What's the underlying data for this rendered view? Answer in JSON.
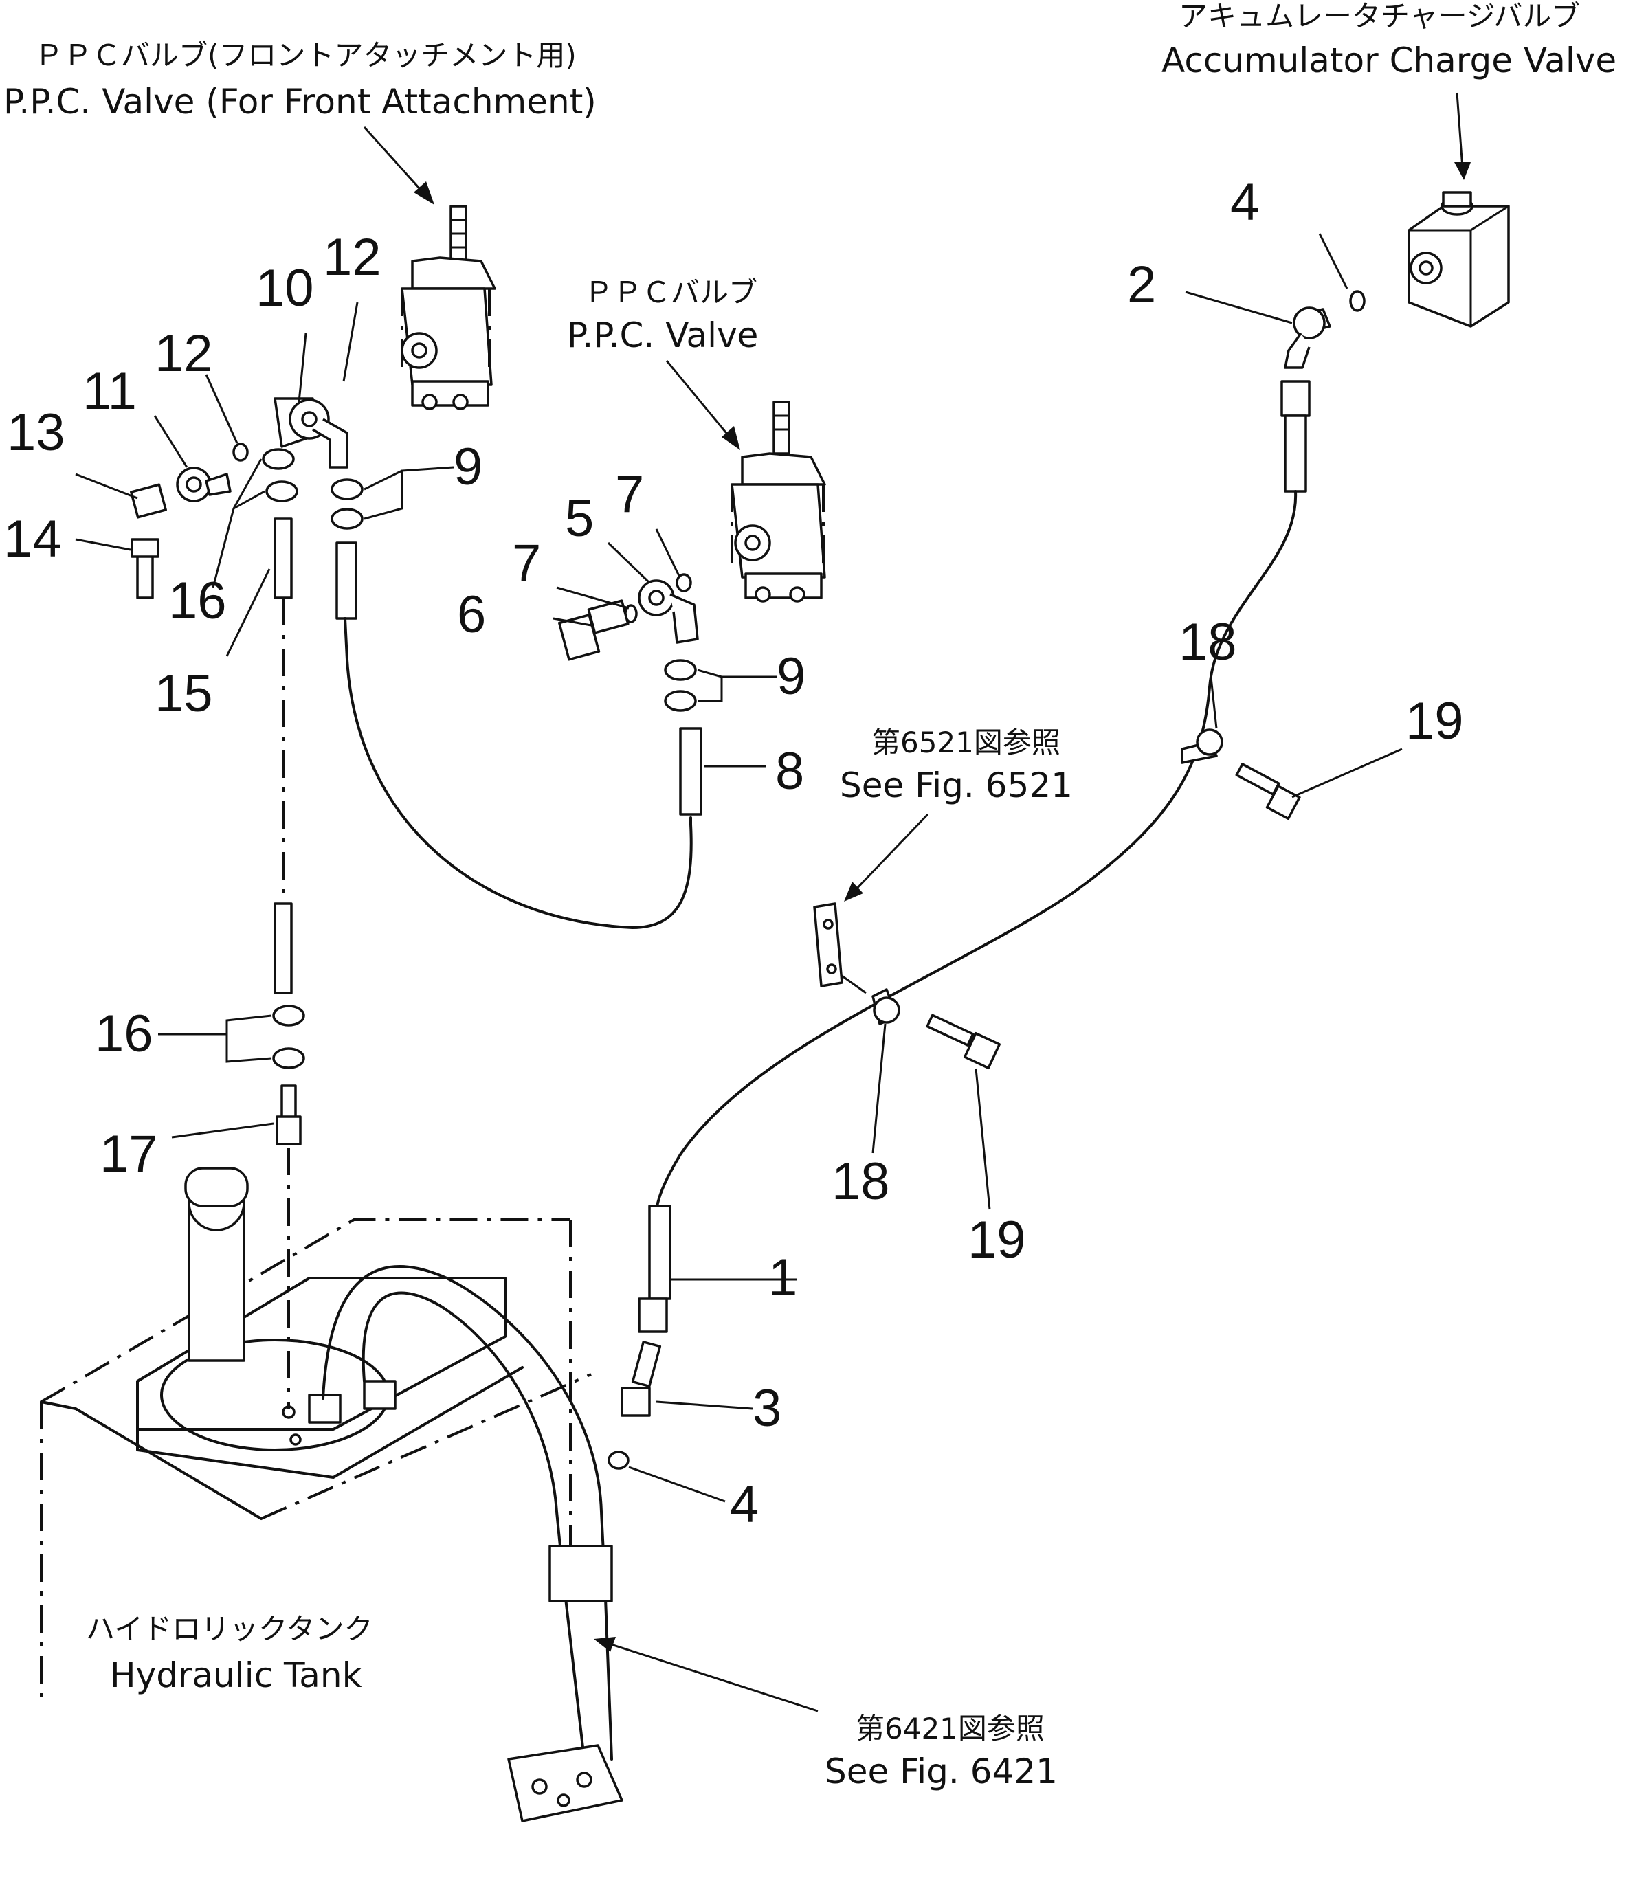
{
  "captions": {
    "ppc_front_jp": "ＰＰＣバルブ(フロントアタッチメント用)",
    "ppc_front_en": "P.P.C. Valve (For Front Attachment)",
    "accum_jp": "アキュムレータチャージバルブ",
    "accum_en": "Accumulator Charge Valve",
    "ppc_jp": "ＰＰＣバルブ",
    "ppc_en": "P.P.C. Valve",
    "fig6521_jp": "第6521図参照",
    "fig6521_en": "See Fig. 6521",
    "tank_jp": "ハイドロリックタンク",
    "tank_en": "Hydraulic Tank",
    "fig6421_jp": "第6421図参照",
    "fig6421_en": "See Fig. 6421"
  },
  "part_numbers": {
    "n1": "1",
    "n2": "2",
    "n3": "3",
    "n4a": "4",
    "n4b": "4",
    "n5": "5",
    "n6": "6",
    "n7a": "7",
    "n7b": "7",
    "n8": "8",
    "n9a": "9",
    "n9b": "9",
    "n10": "10",
    "n11": "11",
    "n12a": "12",
    "n12b": "12",
    "n13": "13",
    "n14": "14",
    "n15": "15",
    "n16a": "16",
    "n16b": "16",
    "n17": "17",
    "n18a": "18",
    "n18b": "18",
    "n19a": "19",
    "n19b": "19"
  }
}
